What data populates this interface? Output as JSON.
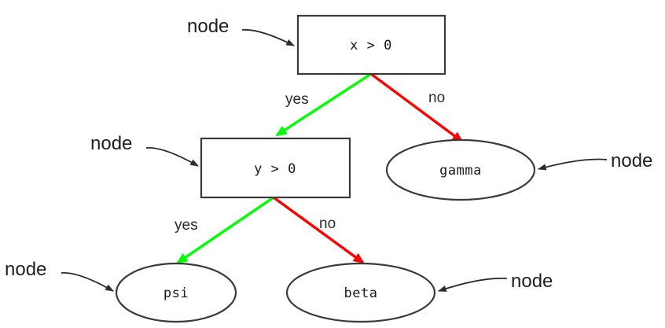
{
  "diagram": {
    "type": "decision-tree",
    "background_color": "#ffffff",
    "colors": {
      "yes_branch": "#00ff00",
      "no_branch": "#ff0000",
      "outline": "#3a3a3a",
      "text": "#1a1a1a",
      "callout": "#2b2b2b"
    },
    "nodes": [
      {
        "id": "root",
        "shape": "box",
        "label": "x > 0"
      },
      {
        "id": "inner",
        "shape": "box",
        "label": "y > 0"
      },
      {
        "id": "gamma",
        "shape": "ellipse",
        "label": "gamma"
      },
      {
        "id": "psi",
        "shape": "ellipse",
        "label": "psi"
      },
      {
        "id": "beta",
        "shape": "ellipse",
        "label": "beta"
      }
    ],
    "edges": [
      {
        "from": "root",
        "to": "inner",
        "label": "yes",
        "color": "#00ff00"
      },
      {
        "from": "root",
        "to": "gamma",
        "label": "no",
        "color": "#ff0000"
      },
      {
        "from": "inner",
        "to": "psi",
        "label": "yes",
        "color": "#00ff00"
      },
      {
        "from": "inner",
        "to": "beta",
        "label": "no",
        "color": "#ff0000"
      }
    ],
    "callouts": [
      {
        "target": "root",
        "label": "node",
        "side": "left"
      },
      {
        "target": "inner",
        "label": "node",
        "side": "left"
      },
      {
        "target": "gamma",
        "label": "node",
        "side": "right"
      },
      {
        "target": "psi",
        "label": "node",
        "side": "left"
      },
      {
        "target": "beta",
        "label": "node",
        "side": "right"
      }
    ]
  }
}
